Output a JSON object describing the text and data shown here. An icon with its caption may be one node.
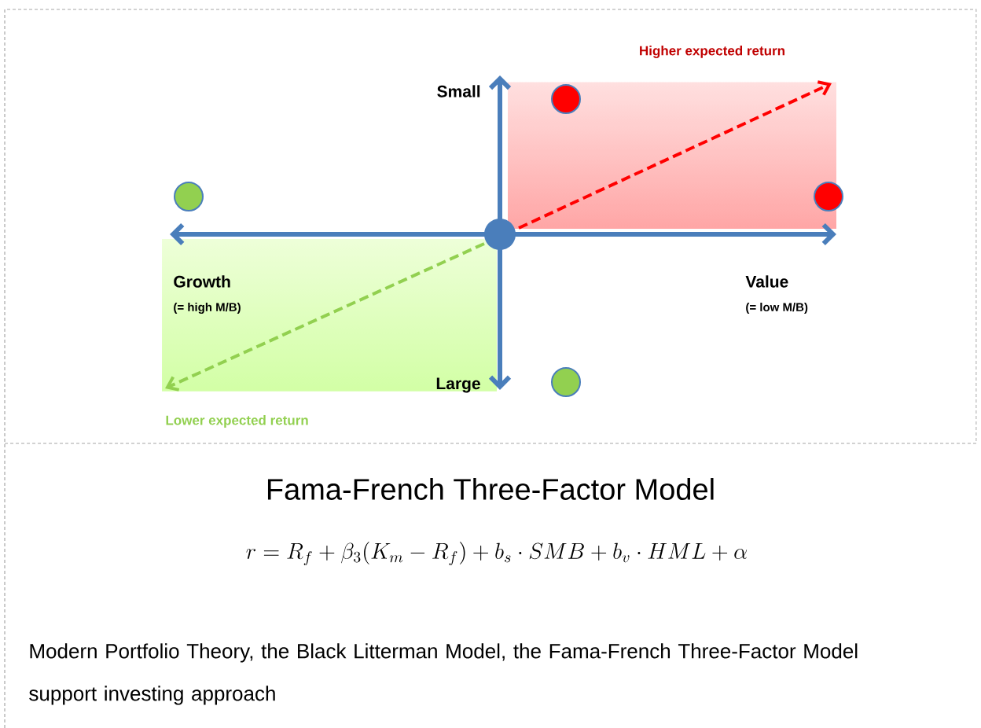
{
  "diagram": {
    "title": "Fama-French Three-Factor Model",
    "caption": "Modern Portfolio Theory, the Black Litterman Model, the Fama-French Three-Factor Model support investing approach",
    "labels": [
      "Higher expected return",
      "Small",
      "Growth",
      "(= high M/B)",
      "Value",
      "(= low M/B)",
      "Large",
      "Lower expected return",
      "r = R_f + \\beta_3(K_m - R_f) + b_s \\cdot SMB + b_v \\cdot HML + \\alpha"
    ]
  }
}
